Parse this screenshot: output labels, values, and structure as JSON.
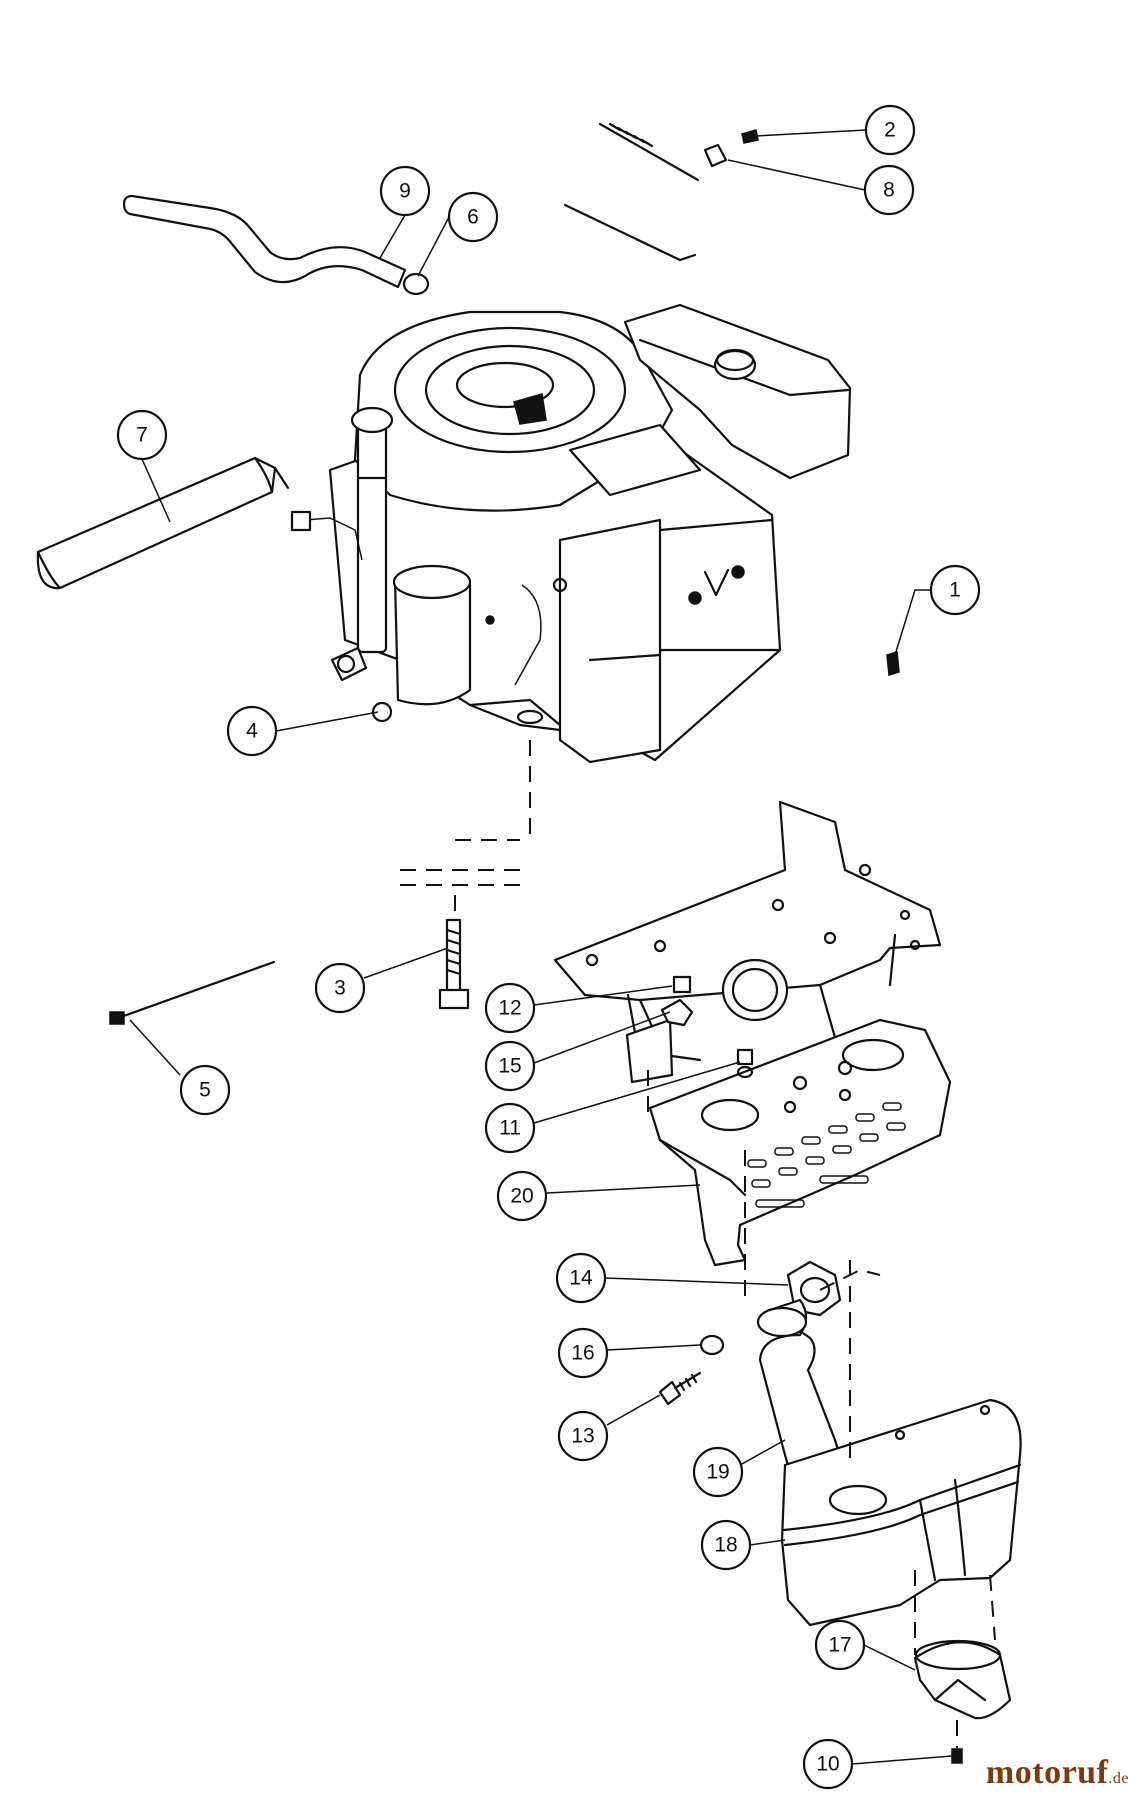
{
  "callouts": [
    {
      "label": "1"
    },
    {
      "label": "2"
    },
    {
      "label": "3"
    },
    {
      "label": "4"
    },
    {
      "label": "5"
    },
    {
      "label": "6"
    },
    {
      "label": "7"
    },
    {
      "label": "8"
    },
    {
      "label": "9"
    },
    {
      "label": "10"
    },
    {
      "label": "11"
    },
    {
      "label": "12"
    },
    {
      "label": "13"
    },
    {
      "label": "14"
    },
    {
      "label": "15"
    },
    {
      "label": "16"
    },
    {
      "label": "17"
    },
    {
      "label": "18"
    },
    {
      "label": "19"
    },
    {
      "label": "20"
    }
  ],
  "watermark": {
    "name": "motoruf",
    "tld": ".de",
    "color": "#7a3b10"
  }
}
